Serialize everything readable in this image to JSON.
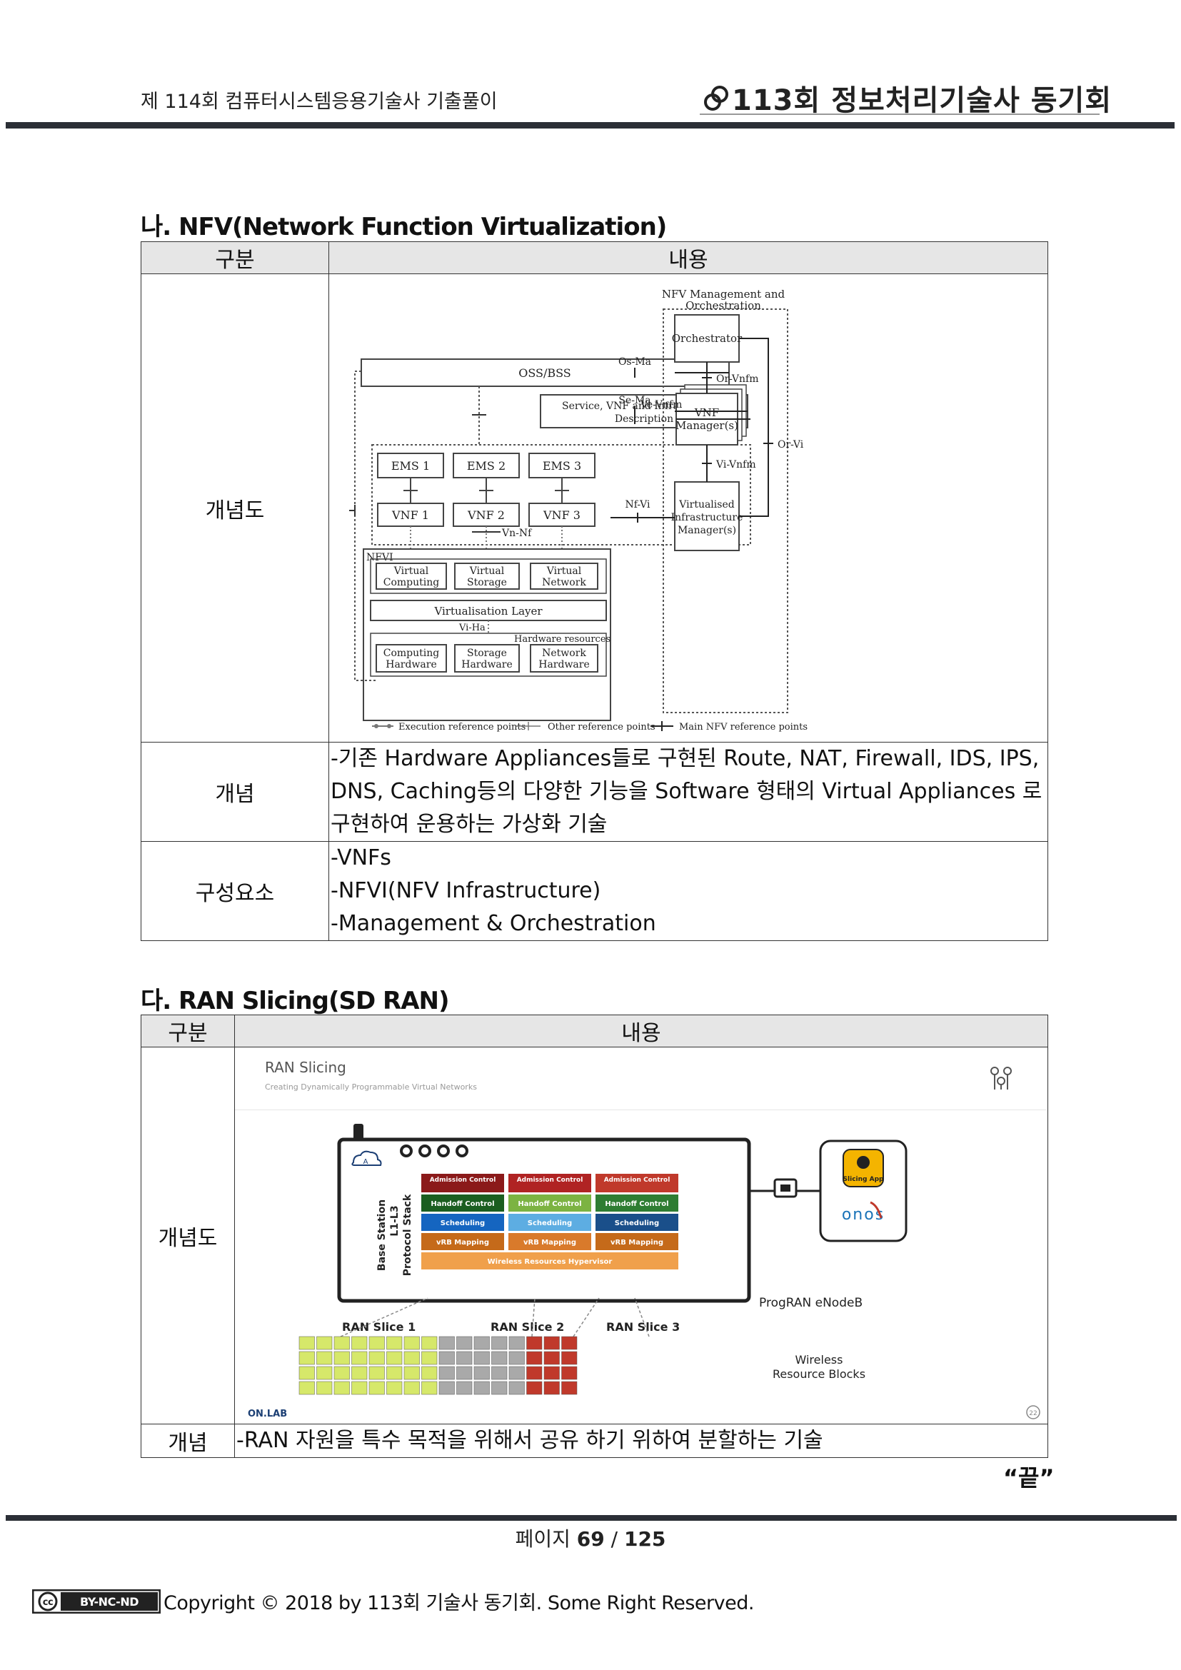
{
  "header": {
    "left_text": "제 114회 컴퓨터시스템응용기술사 기출풀이",
    "right_text": "113회 정보처리기술사 동기회"
  },
  "section_nfv": {
    "title": "나. NFV(Network Function Virtualization)",
    "col_header_1": "구분",
    "col_header_2": "내용",
    "row_diagram_label": "개념도",
    "row_concept_label": "개념",
    "concept_lines": [
      "-기존 Hardware Appliances들로 구현된 Route, NAT, Firewall, IDS, IPS,",
      "DNS, Caching등의 다양한 기능을 Software 형태의 Virtual Appliances 로",
      "구현하여 운용하는 가상화 기술"
    ],
    "row_components_label": "구성요소",
    "components": [
      "-VNFs",
      "-NFVI(NFV Infrastructure)",
      "-Management & Orchestration"
    ],
    "diagram": {
      "mano_title_1": "NFV Management and",
      "mano_title_2": "Orchestration",
      "oss_bss": "OSS/BSS",
      "service_desc_1": "Service, VNF and Infrastructure",
      "service_desc_2": "Description",
      "orchestrator": "Orchestrator",
      "ems": [
        "EMS 1",
        "EMS 2",
        "EMS 3"
      ],
      "vnf": [
        "VNF 1",
        "VNF 2",
        "VNF 3"
      ],
      "vnf_manager_1": "VNF",
      "vnf_manager_2": "Manager(s)",
      "vim_1": "Virtualised",
      "vim_2": "Infrastructure",
      "vim_3": "Manager(s)",
      "nfvi": "NFVI",
      "virtual": [
        [
          "Virtual",
          "Computing"
        ],
        [
          "Virtual",
          "Storage"
        ],
        [
          "Virtual",
          "Network"
        ]
      ],
      "virtualisation_layer": "Virtualisation Layer",
      "hardware_resources": "Hardware resources",
      "hardware": [
        [
          "Computing",
          "Hardware"
        ],
        [
          "Storage",
          "Hardware"
        ],
        [
          "Network",
          "Hardware"
        ]
      ],
      "ref_points": {
        "os_ma": "Os-Ma",
        "se_ma": "Se-Ma",
        "or_vnfm": "Or-Vnfm",
        "ve_vnfm": "Ve-Vnfm",
        "or_vi": "Or-Vi",
        "vi_vnfm": "Vi-Vnfm",
        "vn_nf": "Vn-Nf",
        "nf_vi": "Nf-Vi",
        "vi_ha": "Vi-Ha"
      },
      "legend": [
        "Execution reference points",
        "Other reference points",
        "Main NFV reference points"
      ]
    }
  },
  "section_ran": {
    "title": "다. RAN Slicing(SD RAN)",
    "col_header_1": "구분",
    "col_header_2": "내용",
    "row_diagram_label": "개념도",
    "row_concept_label": "개념",
    "concept_text": "-RAN 자원을 특수 목적을 위해서 공유 하기 위하여 분할하는 기술",
    "diagram": {
      "title": "RAN Slicing",
      "subtitle": "Creating Dynamically Programmable Virtual Networks",
      "stack_label_1": "Base Station",
      "stack_label_2": "L1-L3",
      "stack_label_3": "Protocol Stack",
      "admission": "Admission Control",
      "handoff": "Handoff Control",
      "scheduling": "Scheduling",
      "vrb": "vRB Mapping",
      "hypervisor": "Wireless Resources Hypervisor",
      "enodeb": "ProgRAN eNodeB",
      "slices": [
        "RAN Slice 1",
        "RAN Slice 2",
        "RAN Slice 3"
      ],
      "wrb_1": "Wireless",
      "wrb_2": "Resource Blocks",
      "app_label": "Slicing App",
      "onos": "onos",
      "onlab": "ON.LAB",
      "page_badge": "22",
      "slice_colors": [
        "#d6e86a",
        "#a9a9a9",
        "#c0392b"
      ]
    }
  },
  "end_mark": "“끝”",
  "footer": {
    "page_label": "페이지",
    "page_current": "69",
    "page_sep": "/",
    "page_total": "125",
    "license": "BY-NC-ND",
    "copyright": "Copyright © 2018 by 113회 기술사 동기회. Some Right Reserved."
  }
}
